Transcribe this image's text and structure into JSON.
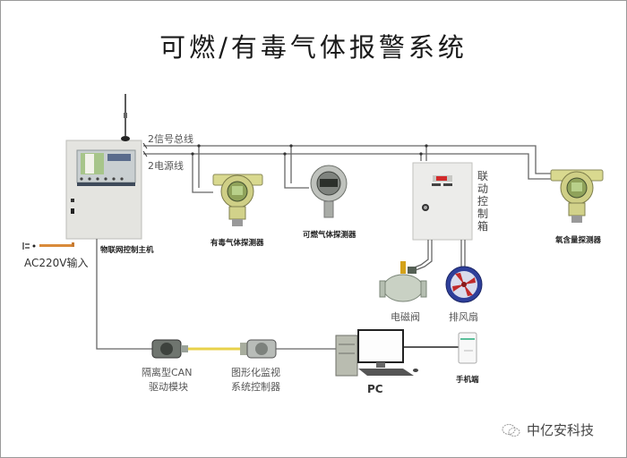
{
  "title": "可燃/有毒气体报警系统",
  "buses": {
    "signal": "2信号总线",
    "power": "2电源线"
  },
  "components": {
    "main_controller": "物联网控制主机",
    "ac_input": "AC220V输入",
    "toxic_detector": "有毒气体探测器",
    "combustible_detector": "可燃气体探测器",
    "linkage_box": "联动控制箱",
    "oxygen_detector": "氧含量探测器",
    "solenoid_valve": "电磁阀",
    "exhaust_fan": "排风扇",
    "can_module_line1": "隔离型CAN",
    "can_module_line2": "驱动模块",
    "monitor_line1": "图形化监视",
    "monitor_line2": "系统控制器",
    "pc": "PC",
    "mobile": "手机端"
  },
  "watermark": {
    "icon": "wechat-icon",
    "text": "中亿安科技"
  },
  "colors": {
    "line": "#555555",
    "cable": "#e8d24a",
    "detector_body": "#d9d98f",
    "cabinet": "#e6e6e2",
    "valve_gold": "#d4a21a",
    "fan_blue": "#2e3f9a",
    "fan_red": "#c02a2a",
    "ac_cable": "#d98a3a"
  }
}
